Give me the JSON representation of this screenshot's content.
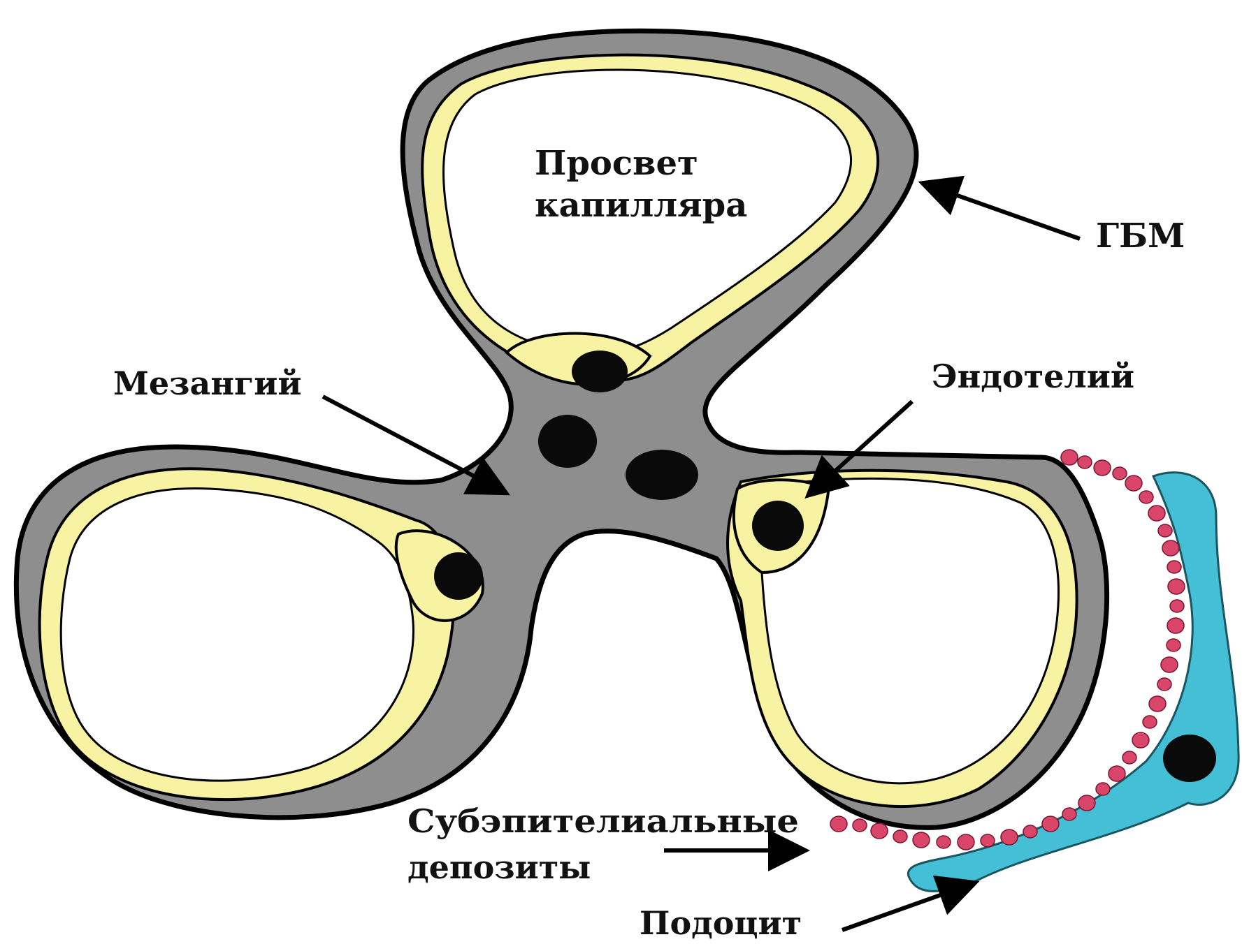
{
  "diagram": {
    "labels": {
      "lumen_line1": "Просвет",
      "lumen_line2": "капилляра",
      "gbm": "ГБМ",
      "mesangium": "Мезангий",
      "endothelium": "Эндотелий",
      "deposits_line1": "Субэпителиальные",
      "deposits_line2": "депозиты",
      "podocyte": "Подоцит"
    },
    "colors": {
      "gbm_gray": "#8e8e8e",
      "endothelium_yellow": "#f7f3a2",
      "podocyte_blue": "#45bfd5",
      "deposit_red": "#d9466a",
      "nucleus_black": "#0a0a0a",
      "outline_black": "#000000"
    }
  }
}
